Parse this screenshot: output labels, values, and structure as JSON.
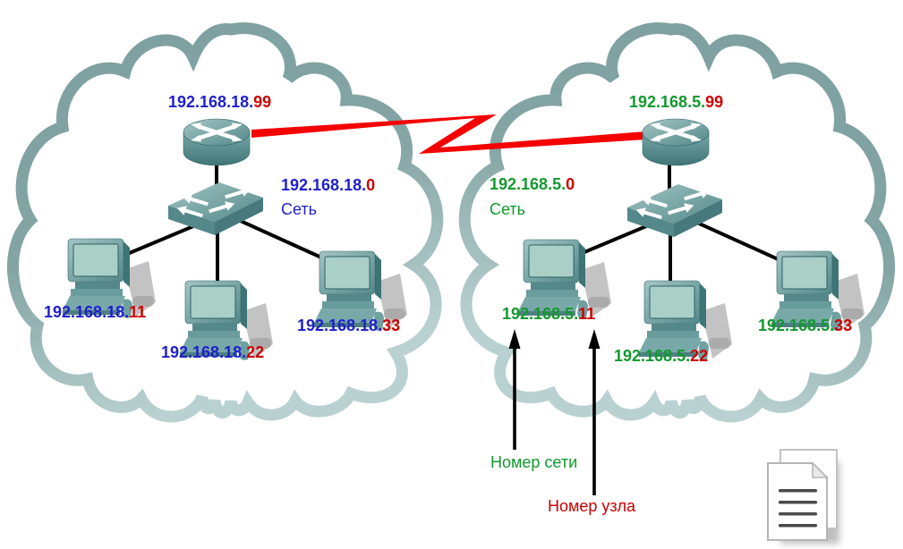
{
  "diagram": {
    "type": "network-topology",
    "language": "ru",
    "colors": {
      "left_network_part": "#1f1fcc",
      "right_network_part": "#12992e",
      "node_part": "#cc0000",
      "cloud_outline": "#84a5a4",
      "serial_link": "#f40000",
      "connection_line": "#000000"
    },
    "link": {
      "style": "lightning-bolt",
      "connects": "router-left to router-right"
    },
    "left_cloud": {
      "router_ip": {
        "network": "192.168.18.",
        "node": "99"
      },
      "network_address": {
        "network": "192.168.18.",
        "node": "0"
      },
      "network_word": "Сеть",
      "hosts": [
        {
          "network": "192.168.18.",
          "node": "11"
        },
        {
          "network": "192.168.18.",
          "node": "22"
        },
        {
          "network": "192.168.18.",
          "node": "33"
        }
      ]
    },
    "right_cloud": {
      "router_ip": {
        "network": "192.168.5.",
        "node": "99"
      },
      "network_address": {
        "network": "192.168.5.",
        "node": "0"
      },
      "network_word": "Сеть",
      "hosts": [
        {
          "network": "192.168.5.",
          "node": "11"
        },
        {
          "network": "192.168.5.",
          "node": "22"
        },
        {
          "network": "192.168.5.",
          "node": "33"
        }
      ]
    },
    "annotations": {
      "network_number_label": "Номер сети",
      "node_number_label": "Номер узла"
    },
    "icons": {
      "router": "router-icon",
      "switch": "switch-icon",
      "pc": "pc-icon",
      "document": "document-icon",
      "lightning": "lightning-link-icon"
    }
  }
}
